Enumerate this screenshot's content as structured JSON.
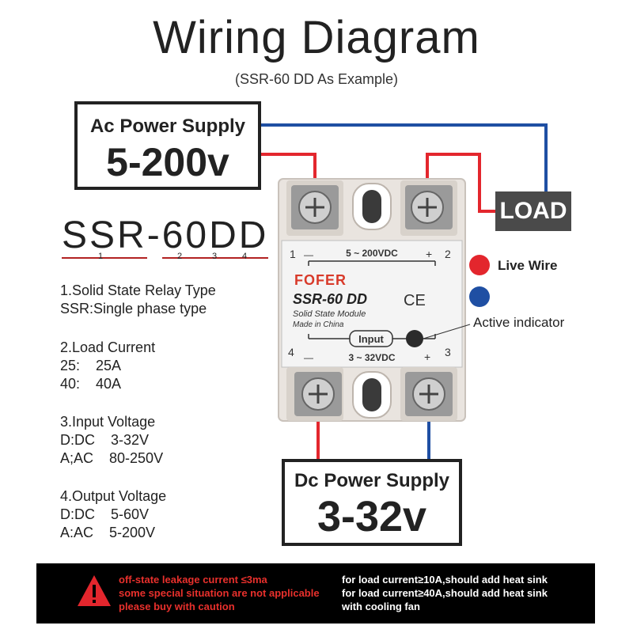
{
  "title": "Wiring Diagram",
  "subtitle": "(SSR-60 DD As Example)",
  "ac_supply": {
    "label": "Ac Power Supply",
    "voltage": "5-200v"
  },
  "dc_supply": {
    "label": "Dc Power Supply",
    "voltage": "3-32v"
  },
  "load_label": "LOAD",
  "model": {
    "part1": "SSR",
    "dash": "-",
    "part2": "60",
    "part3": "D",
    "part4": "D",
    "indices": [
      "1",
      "2",
      "3",
      "4"
    ]
  },
  "specs": [
    {
      "heading": "1.Solid State Relay Type",
      "lines": [
        "SSR:Single phase type"
      ]
    },
    {
      "heading": "2.Load Current",
      "lines": [
        "25:    25A",
        "40:    40A"
      ]
    },
    {
      "heading": "3.Input Voltage",
      "lines": [
        "D:DC    3-32V",
        "A;AC    80-250V"
      ]
    },
    {
      "heading": "4.Output Voltage",
      "lines": [
        "D:DC    5-60V",
        "A:AC    5-200V"
      ]
    }
  ],
  "legend": {
    "live": "Live Wire",
    "indicator": "Active indicator",
    "live_color": "#e3262d",
    "neutral_color": "#1f4fa3"
  },
  "relay": {
    "brand": "FOFER",
    "model": "SSR-60 DD",
    "line1": "Solid State Module",
    "line2": "Made in China",
    "output_range": "5 ~ 200VDC",
    "input_label": "Input",
    "input_range": "3 ~ 32VDC",
    "term1": "1",
    "term2": "2",
    "term3": "3",
    "term4": "4",
    "minus_top": "—",
    "plus_top": "+",
    "minus_bottom": "—",
    "plus_bottom": "+",
    "ce": "CE"
  },
  "warning": {
    "left": "off-state leakage current ≤3ma\nsome special situation are not applicable\nplease buy with caution",
    "right": "for load current≥10A,should add heat sink\nfor load current≥40A,should add heat sink\nwith cooling fan"
  }
}
